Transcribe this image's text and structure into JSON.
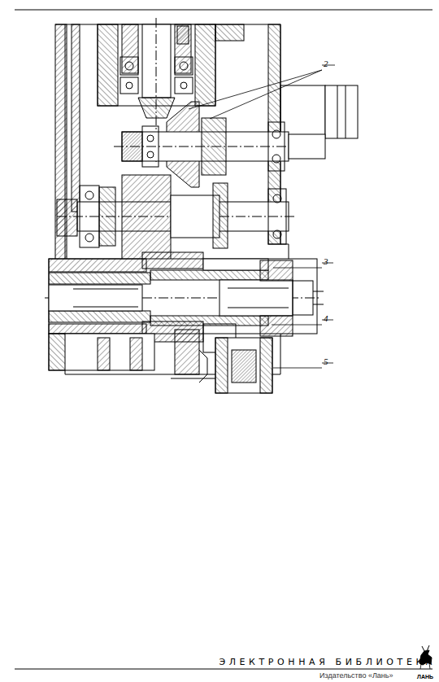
{
  "diagram": {
    "labels": [
      "2",
      "3",
      "4",
      "5",
      "ЭЛЕКТРОННАЯ БИБЛИОТЕКА",
      "Издательство «Лань»",
      "ЛАНЬ"
    ]
  }
}
